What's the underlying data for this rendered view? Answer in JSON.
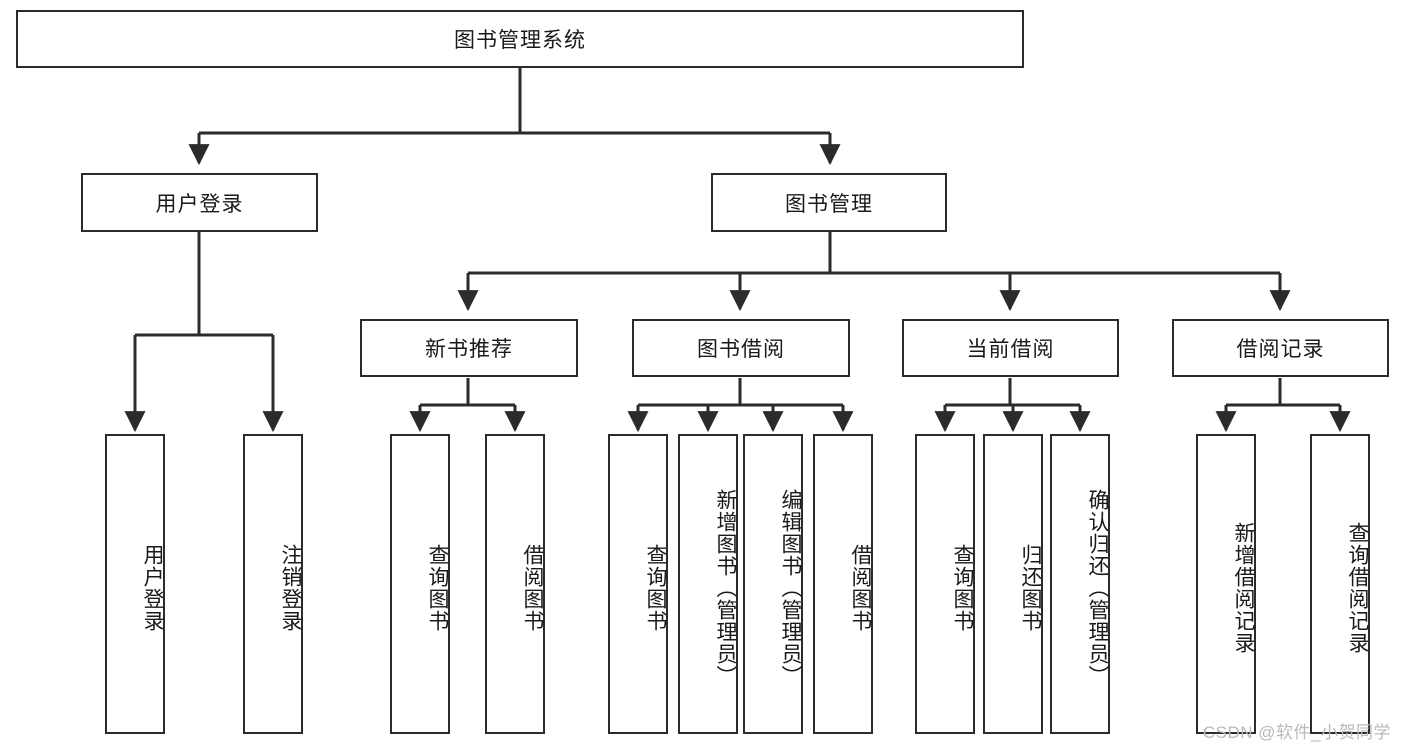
{
  "diagram": {
    "title": "图书管理系统",
    "watermark": "CSDN @软件_小贺同学",
    "line_color": "#2b2b2b",
    "box_fill": "#ffffff",
    "text_color": "#1a1a1a",
    "watermark_color": "#b9b9b9",
    "root": {
      "label": "图书管理系统"
    },
    "level2": [
      {
        "label": "用户登录"
      },
      {
        "label": "图书管理"
      }
    ],
    "level3": [
      {
        "label": "新书推荐"
      },
      {
        "label": "图书借阅"
      },
      {
        "label": "当前借阅"
      },
      {
        "label": "借阅记录"
      }
    ],
    "leaves": {
      "user_login": [
        {
          "label": "用户登录"
        },
        {
          "label": "注销登录"
        }
      ],
      "new_book": [
        {
          "label": "查询图书"
        },
        {
          "label": "借阅图书"
        }
      ],
      "borrow_book": [
        {
          "label": "查询图书"
        },
        {
          "label": "新增图书（管理员）"
        },
        {
          "label": "编辑图书（管理员）"
        },
        {
          "label": "借阅图书"
        }
      ],
      "current_borrow": [
        {
          "label": "查询图书"
        },
        {
          "label": "归还图书"
        },
        {
          "label": "确认归还（管理员）"
        }
      ],
      "borrow_record": [
        {
          "label": "新增借阅记录"
        },
        {
          "label": "查询借阅记录"
        }
      ]
    }
  }
}
